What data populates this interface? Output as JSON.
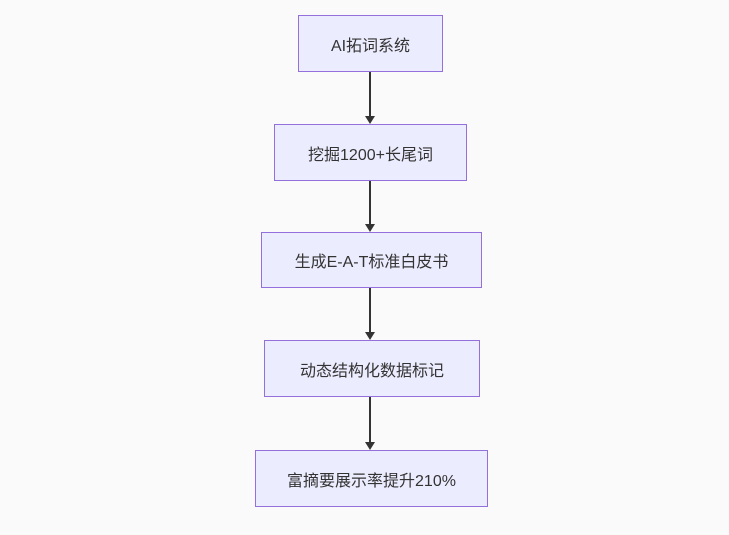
{
  "diagram": {
    "type": "flowchart-vertical",
    "background_color": "#fafafa",
    "node_fill_color": "#ECECFF",
    "node_border_color": "#9370DB",
    "text_color": "#333333",
    "arrow_color": "#333333",
    "nodes": [
      {
        "id": "step-1",
        "label": "AI拓词系统"
      },
      {
        "id": "step-2",
        "label": "挖掘1200+长尾词"
      },
      {
        "id": "step-3",
        "label": "生成E-A-T标准白皮书"
      },
      {
        "id": "step-4",
        "label": "动态结构化数据标记"
      },
      {
        "id": "step-5",
        "label": "富摘要展示率提升210%"
      }
    ],
    "edges": [
      {
        "from": "step-1",
        "to": "step-2"
      },
      {
        "from": "step-2",
        "to": "step-3"
      },
      {
        "from": "step-3",
        "to": "step-4"
      },
      {
        "from": "step-4",
        "to": "step-5"
      }
    ]
  }
}
